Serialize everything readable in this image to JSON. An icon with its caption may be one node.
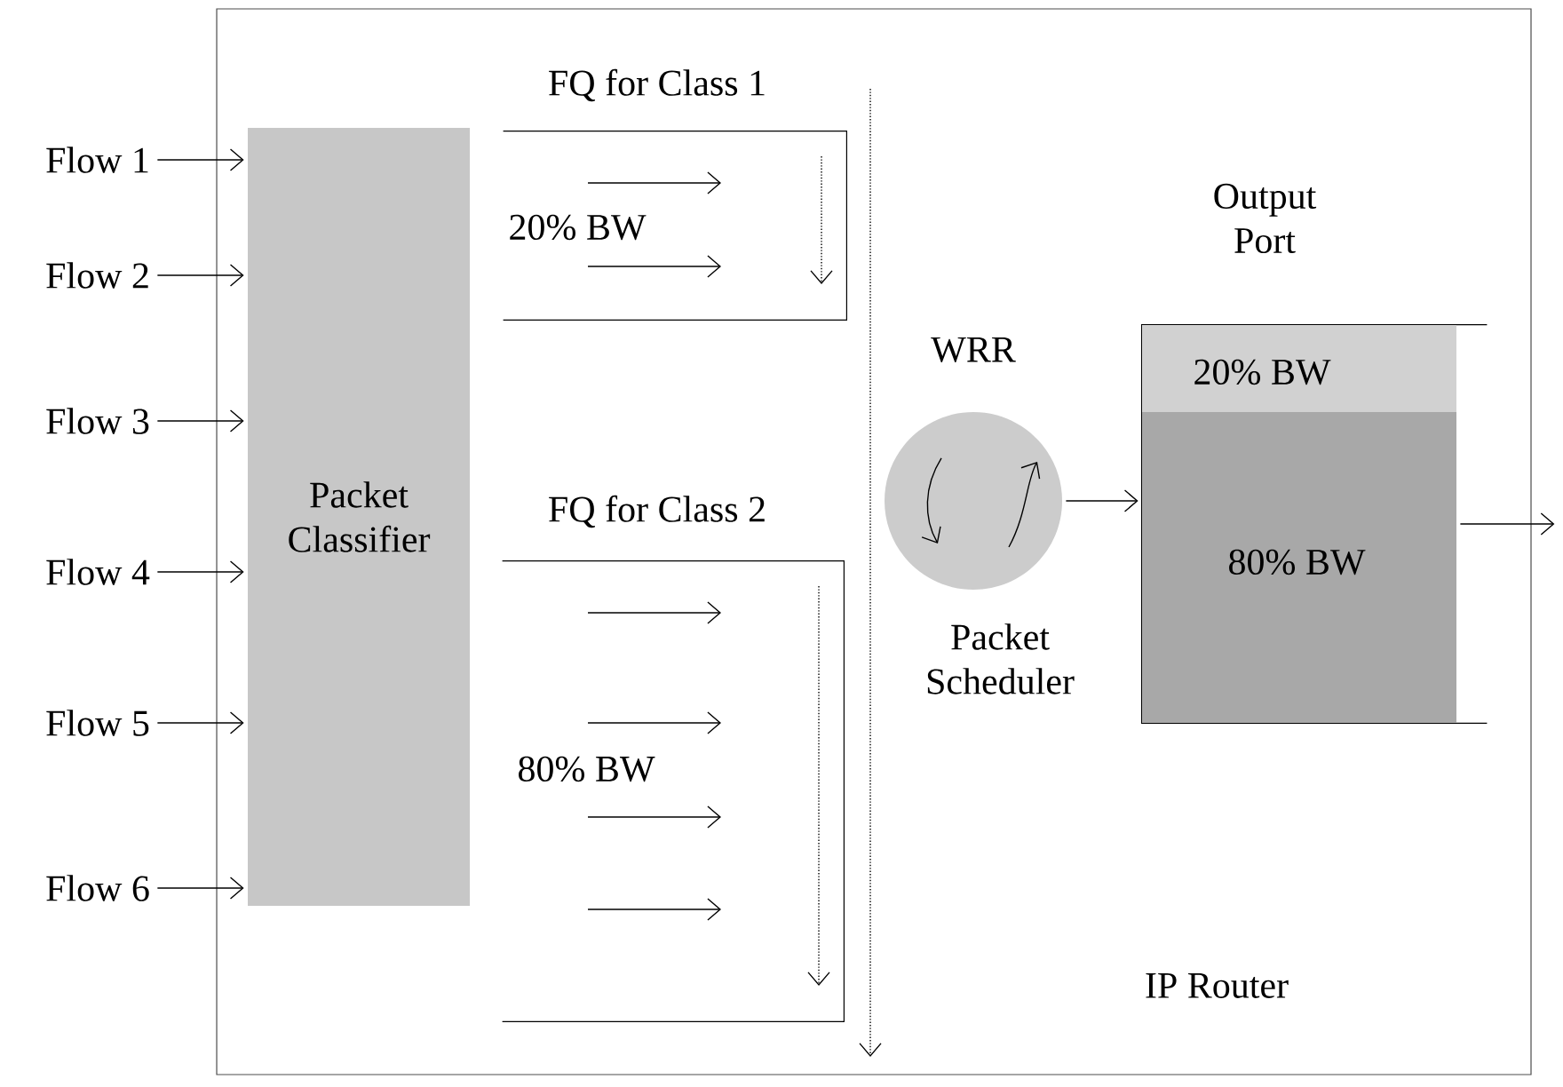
{
  "diagram": {
    "nodes": [
      {
        "text": [
          "IP Router"
        ]
      },
      {
        "text": [
          "Flow 1"
        ]
      },
      {
        "text": [
          "Flow 2"
        ]
      },
      {
        "text": [
          "Flow 3"
        ]
      },
      {
        "text": [
          "Flow 4"
        ]
      },
      {
        "text": [
          "Flow 5"
        ]
      },
      {
        "text": [
          "Flow 6"
        ]
      },
      {
        "text": [
          "Packet Classifier"
        ],
        "in": 0
      },
      {
        "text": [
          "FQ for Class 1",
          "20% BW"
        ],
        "in": 0
      },
      {
        "text": [
          "FQ for Class 2",
          "80% BW"
        ],
        "in": 0
      },
      {
        "text": [
          "WRR",
          "Packet Scheduler"
        ],
        "in": 0
      },
      {
        "text": [
          "Output Port"
        ],
        "in": 0
      },
      {
        "text": [
          "20% BW"
        ],
        "in": 11
      },
      {
        "text": [
          "80% BW"
        ],
        "in": 11
      }
    ],
    "edges": [
      {
        "from": 1,
        "to": 7,
        "arrow": "to"
      },
      {
        "from": 2,
        "to": 7,
        "arrow": "to"
      },
      {
        "from": 3,
        "to": 7,
        "arrow": "to"
      },
      {
        "from": 4,
        "to": 7,
        "arrow": "to"
      },
      {
        "from": 5,
        "to": 7,
        "arrow": "to"
      },
      {
        "from": 6,
        "to": 7,
        "arrow": "to"
      },
      {
        "from": 10,
        "to": 11,
        "arrow": "to"
      },
      {
        "from": 11,
        "to": null,
        "arrow": "to"
      }
    ]
  }
}
